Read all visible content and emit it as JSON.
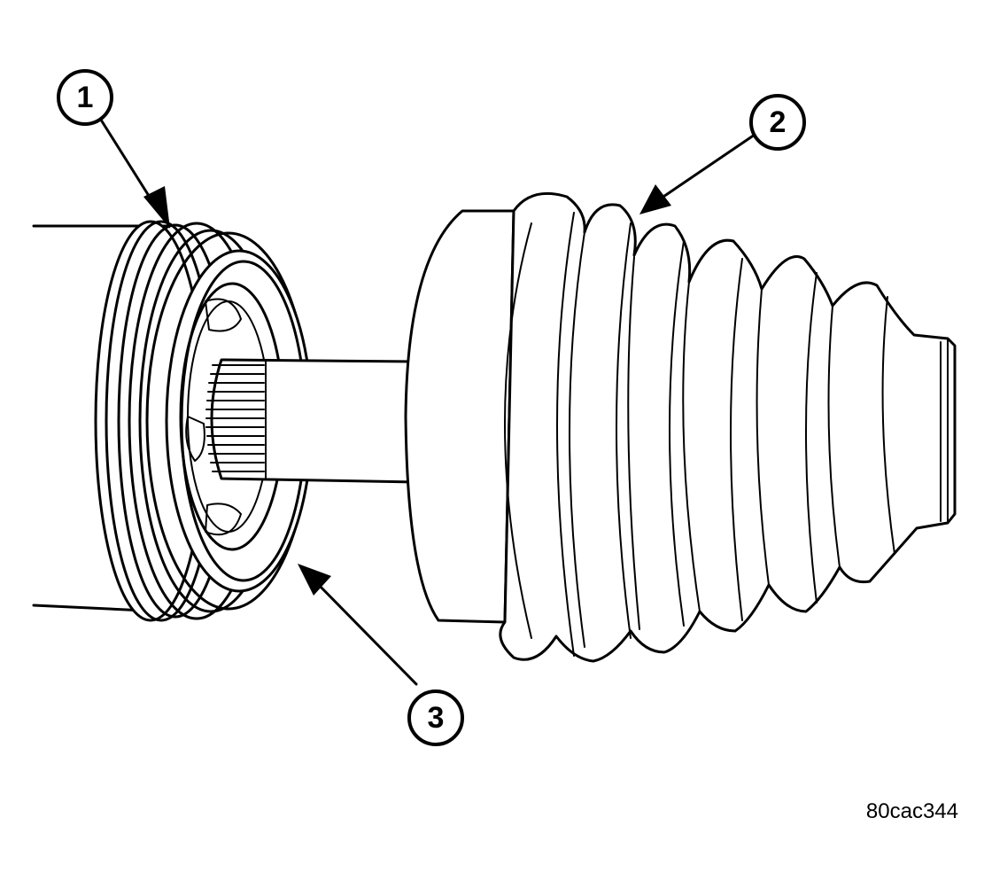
{
  "callouts": [
    {
      "number": "1"
    },
    {
      "number": "2"
    },
    {
      "number": "3"
    }
  ],
  "figure_code": "80cac344",
  "colors": {
    "ink": "#000000",
    "background": "#ffffff"
  }
}
